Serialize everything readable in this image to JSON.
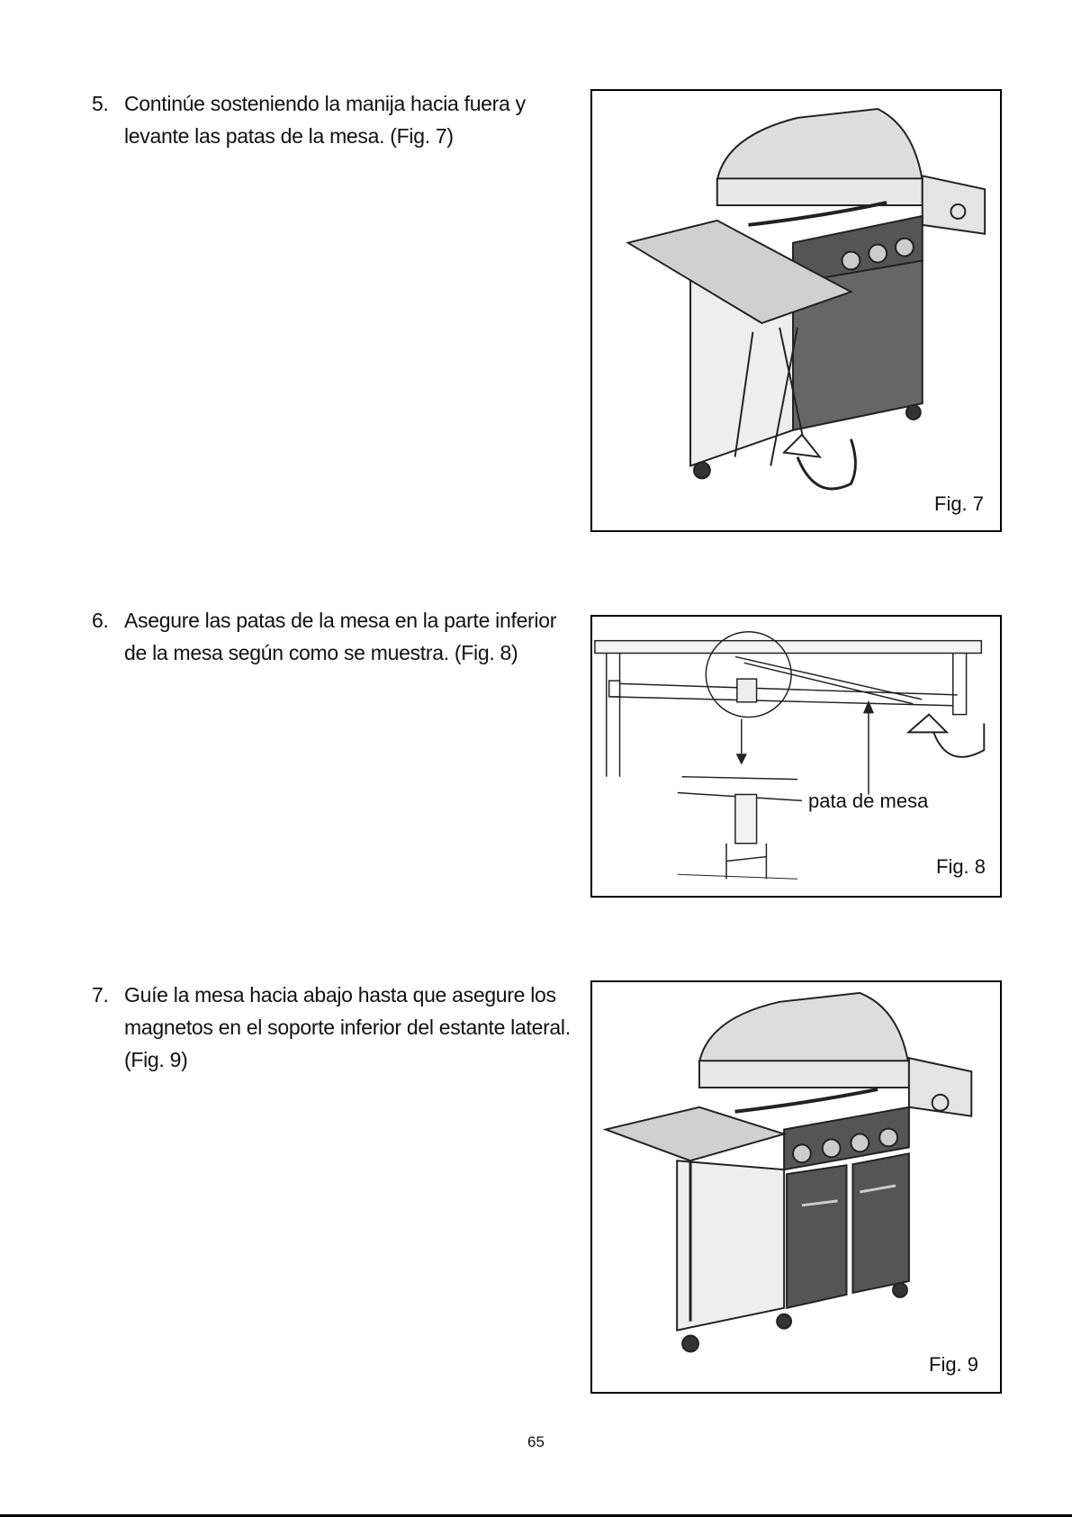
{
  "steps": [
    {
      "number": "5.",
      "lines": [
        "Continúe sosteniendo la manija hacia fuera y",
        "levante las patas de la mesa. (Fig. 7)"
      ]
    },
    {
      "number": "6.",
      "lines": [
        "Asegure las patas de la mesa en la parte inferior",
        "de la mesa según como se muestra. (Fig. 8)"
      ]
    },
    {
      "number": "7.",
      "lines": [
        "Guíe la mesa hacia abajo hasta que asegure los",
        "magnetos en el soporte inferior del estante lateral.",
        "(Fig. 9)"
      ]
    }
  ],
  "figures": [
    {
      "label": "Fig. 7"
    },
    {
      "label": "Fig. 8",
      "callout": "pata de mesa"
    },
    {
      "label": "Fig. 9"
    }
  ],
  "page_number": "65"
}
